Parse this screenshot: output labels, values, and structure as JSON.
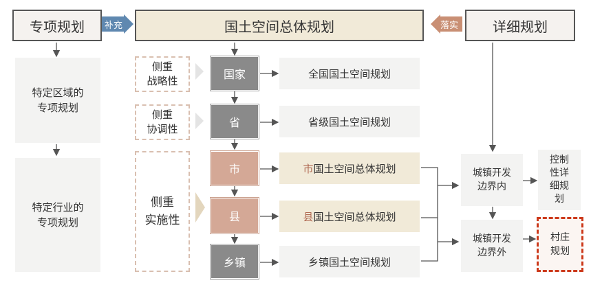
{
  "header": {
    "special_plan": "专项规划",
    "master_plan": "国土空间总体规划",
    "detailed_plan": "详细规划",
    "supplement_tag": "补充",
    "implement_tag": "落实"
  },
  "left_column": {
    "regional": "特定区域的\n专项规划",
    "industry": "特定行业的\n专项规划"
  },
  "focus_labels": {
    "strategic": "侧重\n战略性",
    "coordinative": "侧重\n协调性",
    "implementation": "侧重\n实施性"
  },
  "levels": {
    "national": "国家",
    "provincial": "省",
    "city": "市",
    "county": "县",
    "township": "乡镇"
  },
  "plans": {
    "national": "全国国土空间规划",
    "provincial": "省级国土空间规划",
    "city_prefix": "市",
    "city_rest": "国土空间总体规划",
    "county_prefix": "县",
    "county_rest": "国土空间总体规划",
    "township": "乡镇国土空间规划"
  },
  "zones": {
    "inside": "城镇开发\n边界内",
    "outside": "城镇开发\n边界外"
  },
  "detail_outputs": {
    "control": "控制\n性详\n细规\n划",
    "village": "村庄\n规划"
  },
  "colors": {
    "level_gray": "#8a8a8a",
    "level_local": "#d4a896",
    "accent_text": "#b06a52",
    "highlight_border": "#cc3a1c"
  }
}
